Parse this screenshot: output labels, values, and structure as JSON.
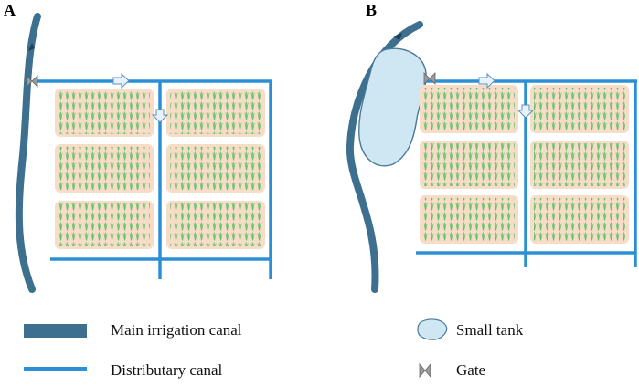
{
  "panels": [
    {
      "label": "A"
    },
    {
      "label": "B"
    }
  ],
  "legend": {
    "main_canal": "Main irrigation canal",
    "distributary_canal": "Distributary canal",
    "small_tank": "Small tank",
    "gate": "Gate"
  },
  "colors": {
    "main_canal": "#3d6f8e",
    "distributary_canal": "#2b8fd6",
    "tank_fill": "#cfe6f3",
    "tank_stroke": "#4a7a98",
    "field_fill": "#f7dcc7",
    "plant": "#5ec26a",
    "gate": "#8a8a8a",
    "arrow_fill": "#e8f2fb"
  }
}
